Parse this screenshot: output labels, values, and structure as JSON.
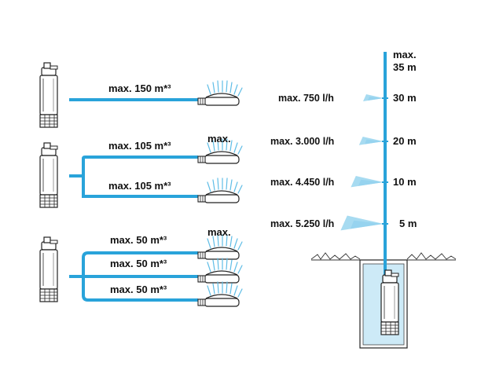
{
  "colors": {
    "pipe": "#29a3da",
    "water": "#cdeaf7",
    "spray": "#5fbde6",
    "pump_body": "#ffffff",
    "outline": "#222222"
  },
  "left_panel": {
    "single": {
      "pipe_label": "max. 150 m*³"
    },
    "double": {
      "top_label": "max.",
      "branches": [
        "max. 105 m*³",
        "max. 105 m*³"
      ]
    },
    "triple": {
      "top_label": "max.",
      "branches": [
        "max. 50 m*³",
        "max. 50 m*³",
        "max. 50 m*³"
      ]
    }
  },
  "right_panel": {
    "top_label_line1": "max.",
    "top_label_line2": "35 m",
    "levels": [
      {
        "flow": "max. 750 l/h",
        "height": "30 m"
      },
      {
        "flow": "max. 3.000 l/h",
        "height": "20 m"
      },
      {
        "flow": "max. 4.450 l/h",
        "height": "10 m"
      },
      {
        "flow": "max. 5.250 l/h",
        "height": "5 m"
      }
    ]
  }
}
